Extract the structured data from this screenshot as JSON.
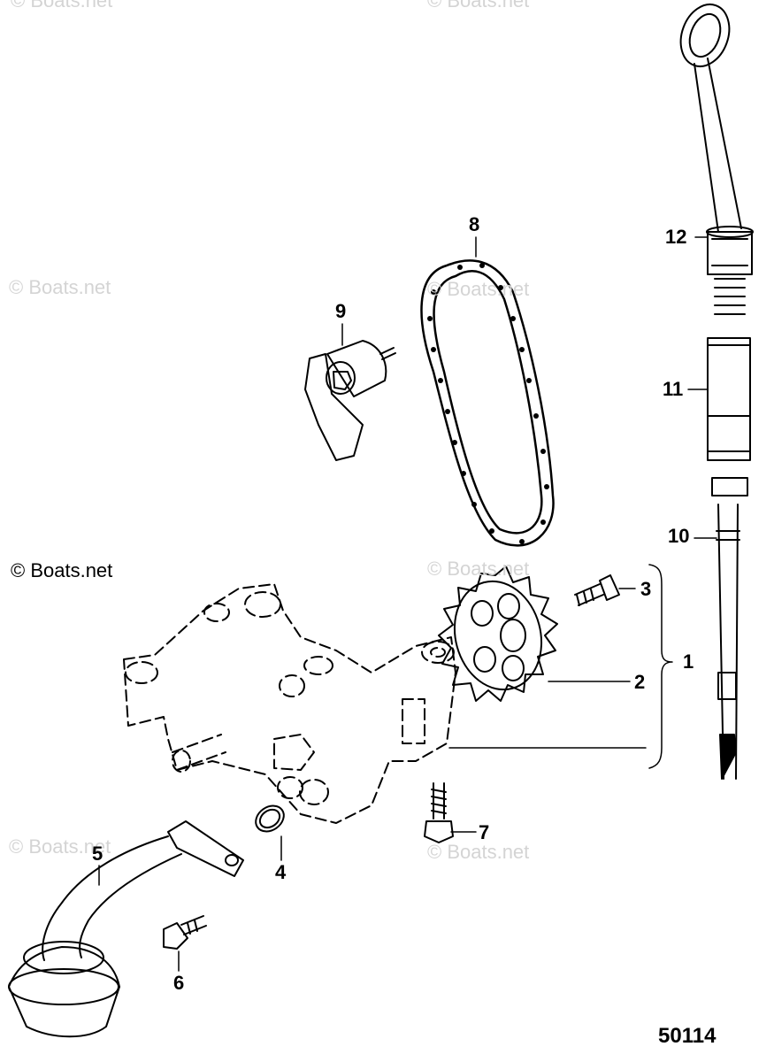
{
  "diagram": {
    "figure_number": "50114",
    "copyright": "© Boats.net",
    "watermark": "© Boats.net",
    "callouts": {
      "c1": "1",
      "c2": "2",
      "c3": "3",
      "c4": "4",
      "c5": "5",
      "c6": "6",
      "c7": "7",
      "c8": "8",
      "c9": "9",
      "c10": "10",
      "c11": "11",
      "c12": "12"
    }
  }
}
